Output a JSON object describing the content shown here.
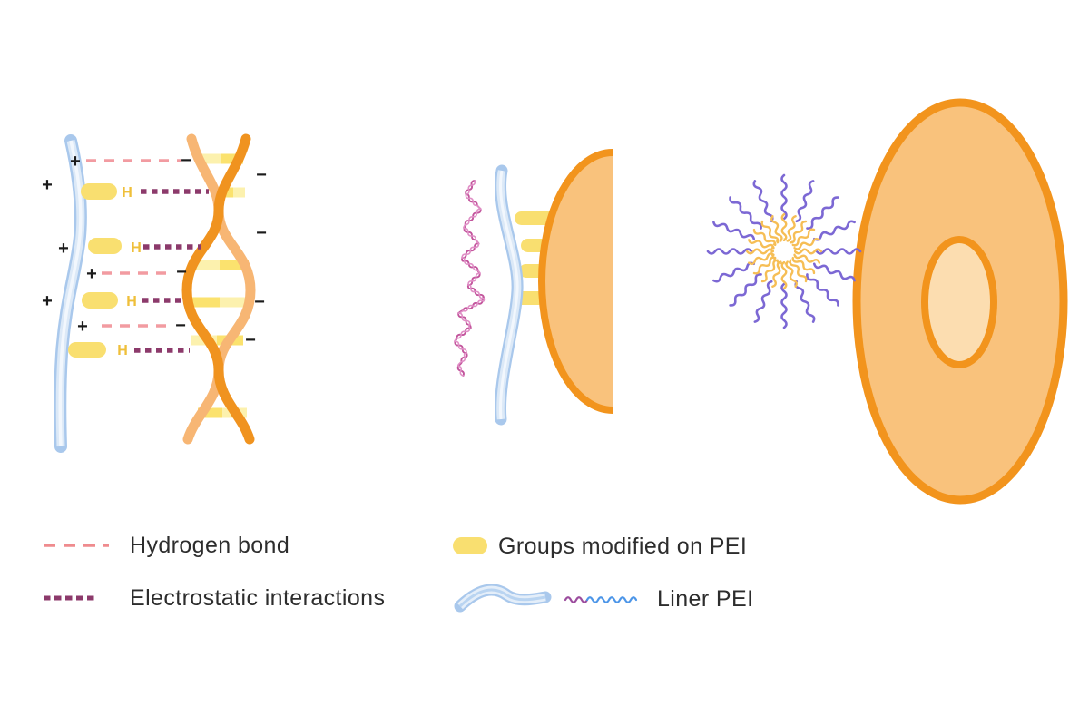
{
  "legend": {
    "hydrogen_bond": "Hydrogen bond",
    "electrostatic": "Electrostatic interactions",
    "groups_modified": "Groups modified on PEI",
    "liner_pei": "Liner PEI"
  },
  "symbols": {
    "plus": "+",
    "minus": "−",
    "hydrogen": "H"
  },
  "colors": {
    "background": "#FFFFFF",
    "hydrogen_bond_dash": "#EF8B8E",
    "electrostatic_dash": "#8C3A6B",
    "modified_group_fill": "#F9DF70",
    "pei_line_edge": "#A9C8EC",
    "pei_line_fill": "#DCE9F7",
    "dna_strand_dark": "#F0931F",
    "dna_strand_light": "#F7B674",
    "dna_rung_pale": "#FCF1AE",
    "dna_rung_bright": "#FBE26E",
    "cell_fill": "#F9C27C",
    "cell_border": "#F2941D",
    "nucleus_fill": "#FCDDB0",
    "micelle_arm_purple": "#7C68D4",
    "micelle_core_yellow": "#F6BE55",
    "condensed_dna_pink": "#C2559C",
    "liner_pei_squiggle_purple": "#9C4D9E",
    "liner_pei_squiggle_blue": "#4D96E8",
    "label_text": "#2D2D2D"
  }
}
